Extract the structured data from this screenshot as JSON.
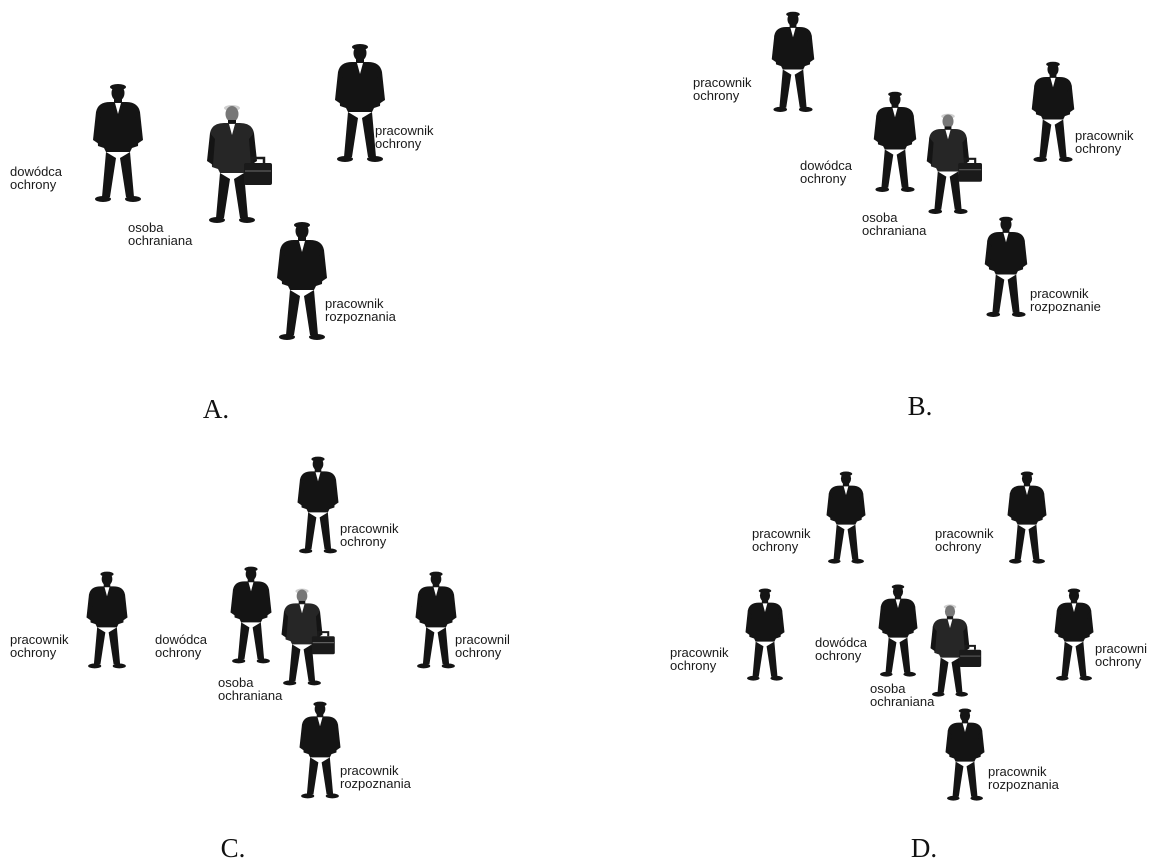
{
  "colors": {
    "figure": "#141414",
    "protected_person": "#262626",
    "briefcase": "#1a1a1a",
    "text": "#1a1a1a",
    "background": "#ffffff"
  },
  "icons": {
    "guard": "person-silhouette-icon",
    "protected": "person-with-briefcase-icon"
  },
  "panels": [
    {
      "label": "A.",
      "figures": [
        {
          "role": "dowódca ochrony",
          "kind": "guard",
          "text": [
            "dowódca",
            "ochrony"
          ]
        },
        {
          "role": "osoba ochraniana",
          "kind": "protected",
          "text": [
            "osoba",
            "ochraniana"
          ]
        },
        {
          "role": "pracownik ochrony",
          "kind": "guard",
          "text": [
            "pracownik",
            "ochrony"
          ]
        },
        {
          "role": "pracownik rozpoznania",
          "kind": "guard",
          "text": [
            "pracownik",
            "rozpoznania"
          ]
        }
      ]
    },
    {
      "label": "B.",
      "figures": [
        {
          "role": "pracownik ochrony",
          "kind": "guard",
          "text": [
            "pracownik",
            "ochrony"
          ]
        },
        {
          "role": "dowódca ochrony",
          "kind": "guard",
          "text": [
            "dowódca",
            "ochrony"
          ]
        },
        {
          "role": "osoba ochraniana",
          "kind": "protected",
          "text": [
            "osoba",
            "ochraniana"
          ]
        },
        {
          "role": "pracownik ochrony",
          "kind": "guard",
          "text": [
            "pracownik",
            "ochrony"
          ]
        },
        {
          "role": "pracownik rozpoznanie",
          "kind": "guard",
          "text": [
            "pracownik",
            "rozpoznanie"
          ]
        }
      ]
    },
    {
      "label": "C.",
      "figures": [
        {
          "role": "pracownik ochrony",
          "kind": "guard",
          "text": [
            "pracownik",
            "ochrony"
          ]
        },
        {
          "role": "pracownik ochrony",
          "kind": "guard",
          "text": [
            "pracownik",
            "ochrony"
          ]
        },
        {
          "role": "dowódca ochrony",
          "kind": "guard",
          "text": [
            "dowódca",
            "ochrony"
          ]
        },
        {
          "role": "osoba ochraniana",
          "kind": "protected",
          "text": [
            "osoba",
            "ochraniana"
          ]
        },
        {
          "role": "pracownil ochrony",
          "kind": "guard",
          "text": [
            "pracownil",
            "ochrony"
          ]
        },
        {
          "role": "pracownik rozpoznania",
          "kind": "guard",
          "text": [
            "pracownik",
            "rozpoznania"
          ]
        }
      ]
    },
    {
      "label": "D.",
      "figures": [
        {
          "role": "pracownik ochrony",
          "kind": "guard",
          "text": [
            "pracownik",
            "ochrony"
          ]
        },
        {
          "role": "pracownik ochrony",
          "kind": "guard",
          "text": [
            "pracownik",
            "ochrony"
          ]
        },
        {
          "role": "pracownik ochrony",
          "kind": "guard",
          "text": [
            "pracownik",
            "ochrony"
          ]
        },
        {
          "role": "dowódca ochrony",
          "kind": "guard",
          "text": [
            "dowódca",
            "ochrony"
          ]
        },
        {
          "role": "osoba ochraniana",
          "kind": "protected",
          "text": [
            "osoba",
            "ochraniana"
          ]
        },
        {
          "role": "pracowni ochrony",
          "kind": "guard",
          "text": [
            "pracowni",
            "ochrony"
          ]
        },
        {
          "role": "pracownik rozpoznania",
          "kind": "guard",
          "text": [
            "pracownik",
            "rozpoznania"
          ]
        }
      ]
    }
  ]
}
